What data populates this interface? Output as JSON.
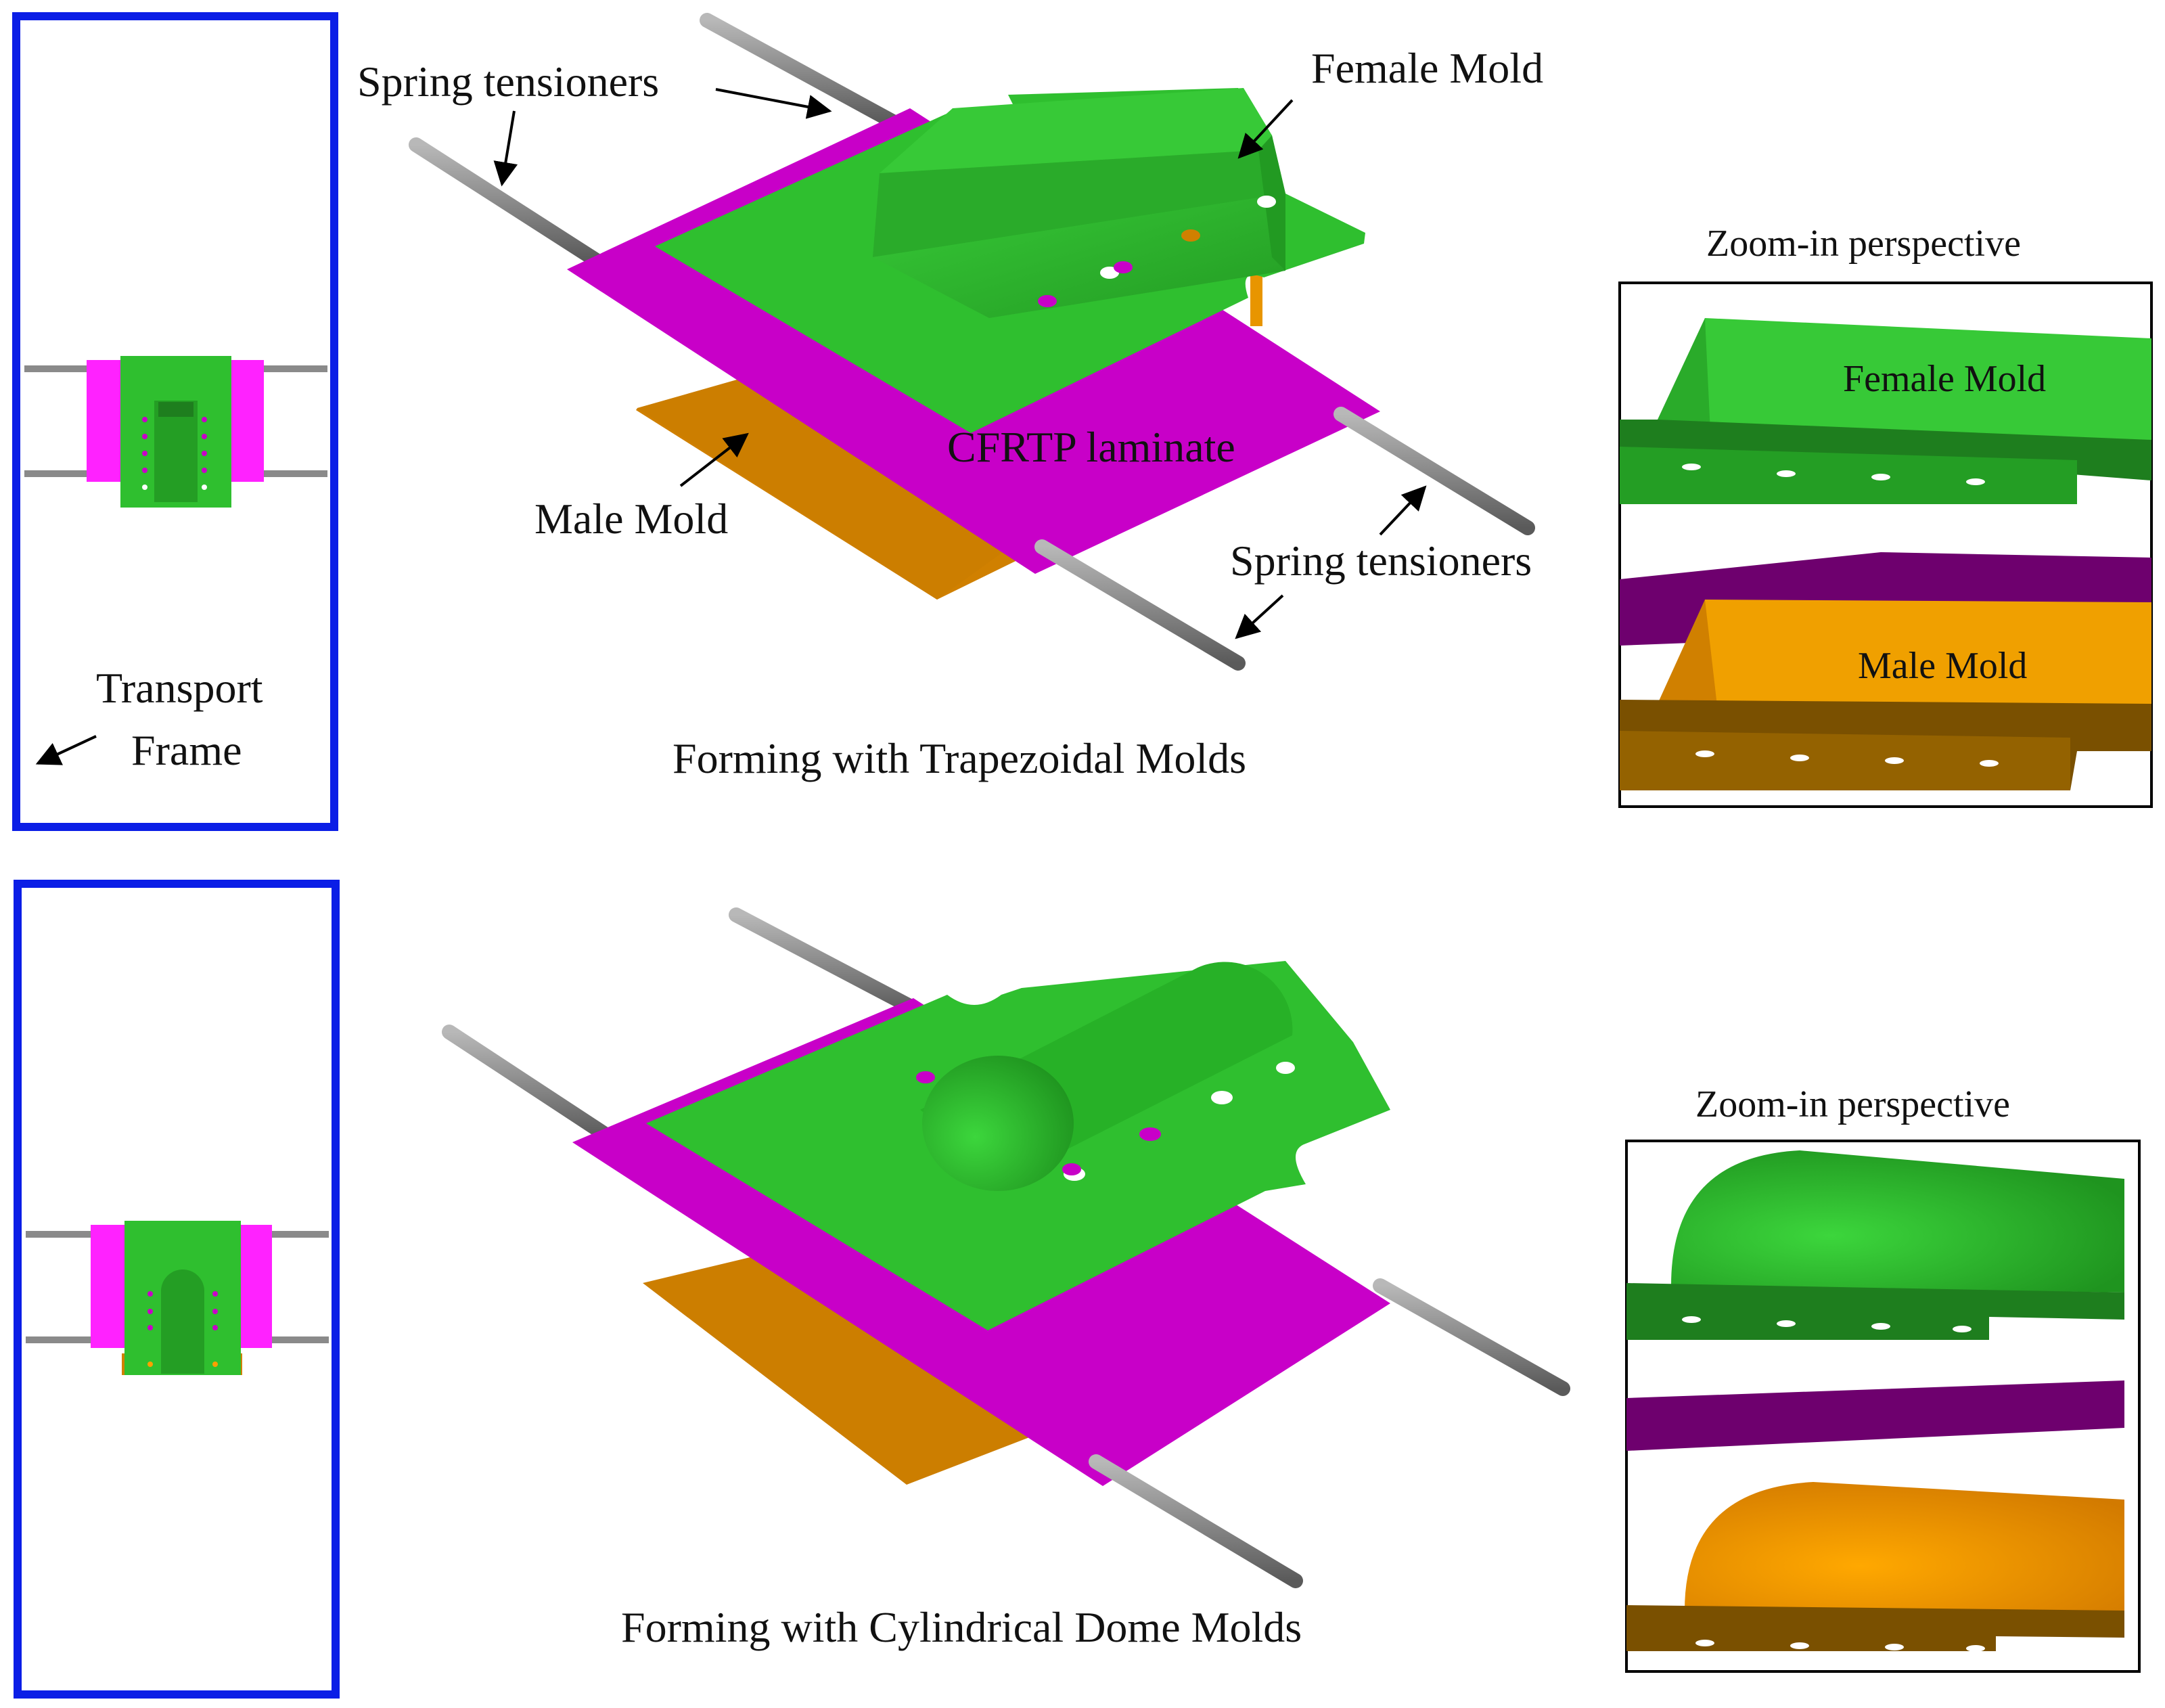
{
  "labels": {
    "spring_tensioners_top": "Spring tensioners",
    "female_mold": "Female Mold",
    "cfrtp_laminate": "CFRTP laminate",
    "male_mold": "Male Mold",
    "spring_tensioners_bottom": "Spring tensioners",
    "transport_frame_line1": "Transport",
    "transport_frame_line2": "Frame",
    "zoom_top_title": "Zoom-in perspective",
    "zoom_top_female": "Female Mold",
    "zoom_top_male": "Male Mold",
    "zoom_bottom_title": "Zoom-in perspective"
  },
  "captions": {
    "trapezoidal": "Forming with Trapezoidal Molds",
    "cylindrical": "Forming with Cylindrical Dome Molds"
  },
  "colors": {
    "frame_blue": "#0b1ee6",
    "female_green": "#2fbf2f",
    "female_green_dark": "#1e7e1e",
    "female_green_light": "#3fd43f",
    "laminate_magenta": "#c800c8",
    "laminate_bright": "#ff22ff",
    "laminate_purple": "#6e006e",
    "male_orange": "#d08000",
    "male_orange_light": "#f0a000",
    "male_orange_dark": "#7a5000",
    "rod_grey": "#8a8a8a",
    "rod_dark": "#555555",
    "arrow_black": "#000000"
  }
}
